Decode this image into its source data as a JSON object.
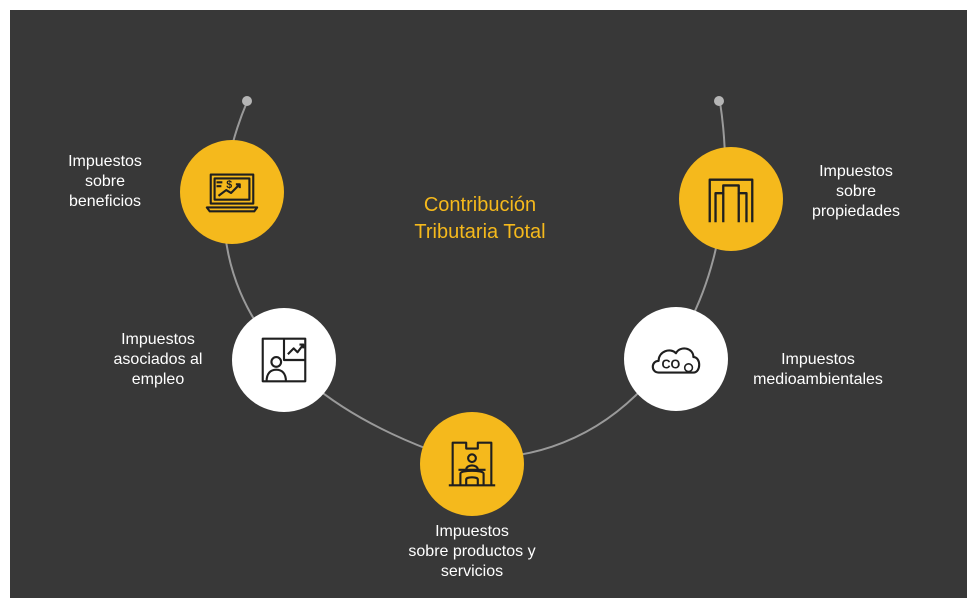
{
  "colors": {
    "background": "#383838",
    "accent": "#f5b91c",
    "node_white": "#ffffff",
    "arc": "#9a9a9a",
    "icon_stroke": "#1f1f1f",
    "text": "#ffffff"
  },
  "center_title": {
    "line1": "Contribución",
    "line2": "Tributaria Total"
  },
  "nodes": [
    {
      "id": "beneficios",
      "fill": "accent",
      "icon": "laptop-dollar-chart-icon",
      "label_lines": [
        "Impuestos",
        "sobre",
        "beneficios"
      ]
    },
    {
      "id": "empleo",
      "fill": "white",
      "icon": "person-presentation-icon",
      "label_lines": [
        "Impuestos",
        "asociados al",
        "empleo"
      ]
    },
    {
      "id": "productos",
      "fill": "accent",
      "icon": "shop-counter-icon",
      "label_lines": [
        "Impuestos",
        "sobre productos y",
        "servicios"
      ]
    },
    {
      "id": "medioambientales",
      "fill": "white",
      "icon": "co2-cloud-icon",
      "label_lines": [
        "Impuestos",
        "medioambientales"
      ]
    },
    {
      "id": "propiedades",
      "fill": "accent",
      "icon": "building-icon",
      "label_lines": [
        "Impuestos",
        "sobre",
        "propiedades"
      ]
    }
  ]
}
